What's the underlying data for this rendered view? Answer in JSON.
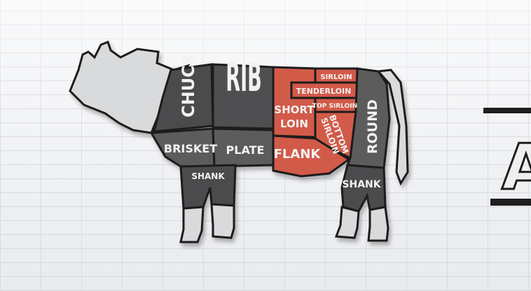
{
  "cuts": {
    "chuck": "CHUCK",
    "rib": "RIB",
    "sirloin": "SIRLOIN",
    "tenderloin": "TENDERLOIN",
    "top_sirloin": "TOP SIRLOIN",
    "short_loin_1": "SHORT",
    "short_loin_2": "LOIN",
    "bottom_sirloin_1": "BOTTOM",
    "bottom_sirloin_2": "SIRLOIN",
    "round": "ROUND",
    "brisket": "BRISKET",
    "plate": "PLATE",
    "flank": "FLANK",
    "front_shank": "SHANK",
    "rear_shank": "SHANK"
  },
  "partial_sign": {
    "letter": "A"
  },
  "colors": {
    "dark_cut": "#4c4c4e",
    "mid_cut": "#5b5b5d",
    "red_cut": "#d25a4a",
    "head": "#d9dadb",
    "outline": "#1e1e1e",
    "label": "#f2f2f0"
  }
}
